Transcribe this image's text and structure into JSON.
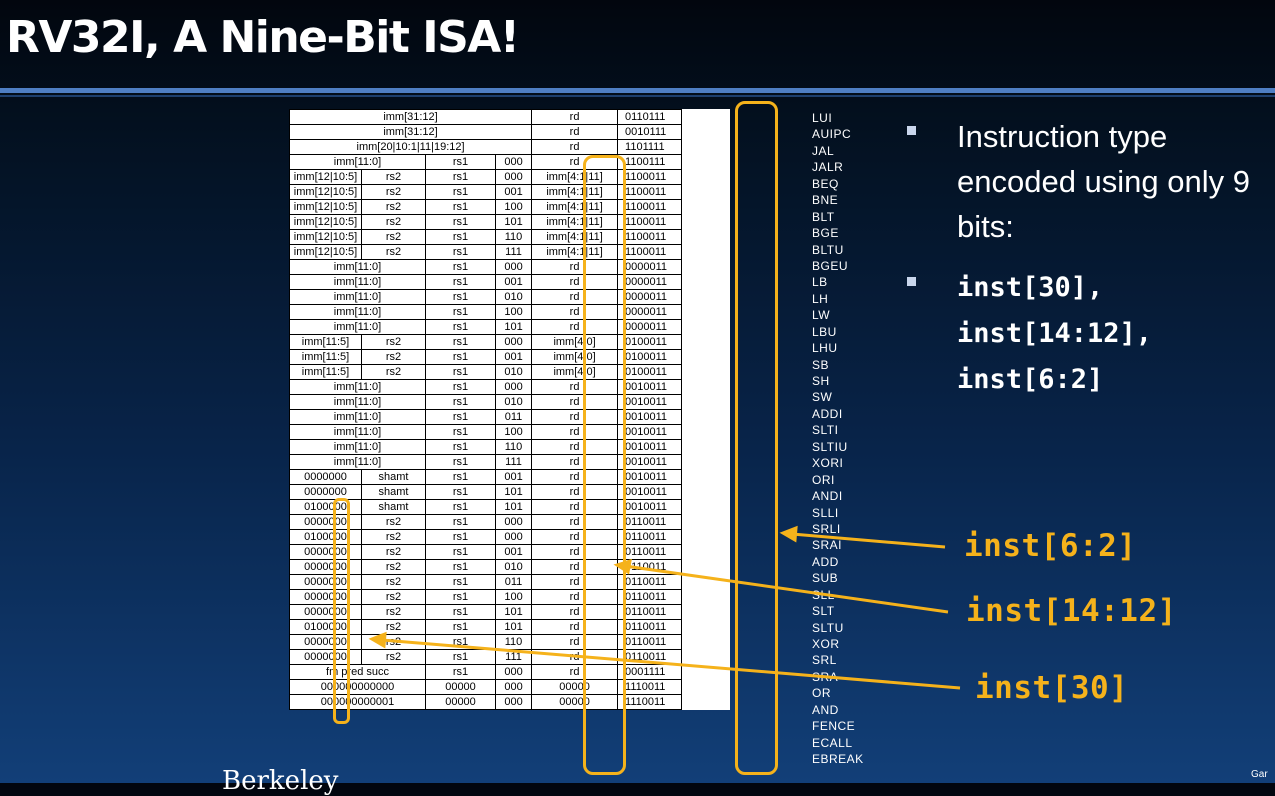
{
  "title": "RV32I, A Nine-Bit ISA!",
  "bullets": [
    {
      "text": "Instruction type encoded using only 9 bits:"
    },
    {
      "lines": [
        "inst[30],",
        "inst[14:12],",
        "inst[6:2]"
      ]
    }
  ],
  "callouts": {
    "opcode": "inst[6:2]",
    "funct3": "inst[14:12]",
    "bit30": "inst[30]"
  },
  "footer": {
    "logo_text": "Berkeley",
    "corner_text": "Gar"
  },
  "accent_color": "#f5b21b",
  "table_rows": [
    {
      "cells": [
        {
          "t": "imm[31:12]",
          "s": 4
        },
        {
          "t": "rd"
        },
        {
          "t": "0110111"
        }
      ],
      "m": "LUI"
    },
    {
      "cells": [
        {
          "t": "imm[31:12]",
          "s": 4
        },
        {
          "t": "rd"
        },
        {
          "t": "0010111"
        }
      ],
      "m": "AUIPC"
    },
    {
      "cells": [
        {
          "t": "imm[20|10:1|11|19:12]",
          "s": 4
        },
        {
          "t": "rd"
        },
        {
          "t": "1101111"
        }
      ],
      "m": "JAL"
    },
    {
      "cells": [
        {
          "t": "imm[11:0]",
          "s": 2
        },
        {
          "t": "rs1"
        },
        {
          "t": "000"
        },
        {
          "t": "rd"
        },
        {
          "t": "1100111"
        }
      ],
      "m": "JALR"
    },
    {
      "cells": [
        {
          "t": "imm[12|10:5]"
        },
        {
          "t": "rs2"
        },
        {
          "t": "rs1"
        },
        {
          "t": "000"
        },
        {
          "t": "imm[4:1|11]"
        },
        {
          "t": "1100011"
        }
      ],
      "m": "BEQ"
    },
    {
      "cells": [
        {
          "t": "imm[12|10:5]"
        },
        {
          "t": "rs2"
        },
        {
          "t": "rs1"
        },
        {
          "t": "001"
        },
        {
          "t": "imm[4:1|11]"
        },
        {
          "t": "1100011"
        }
      ],
      "m": "BNE"
    },
    {
      "cells": [
        {
          "t": "imm[12|10:5]"
        },
        {
          "t": "rs2"
        },
        {
          "t": "rs1"
        },
        {
          "t": "100"
        },
        {
          "t": "imm[4:1|11]"
        },
        {
          "t": "1100011"
        }
      ],
      "m": "BLT"
    },
    {
      "cells": [
        {
          "t": "imm[12|10:5]"
        },
        {
          "t": "rs2"
        },
        {
          "t": "rs1"
        },
        {
          "t": "101"
        },
        {
          "t": "imm[4:1|11]"
        },
        {
          "t": "1100011"
        }
      ],
      "m": "BGE"
    },
    {
      "cells": [
        {
          "t": "imm[12|10:5]"
        },
        {
          "t": "rs2"
        },
        {
          "t": "rs1"
        },
        {
          "t": "110"
        },
        {
          "t": "imm[4:1|11]"
        },
        {
          "t": "1100011"
        }
      ],
      "m": "BLTU"
    },
    {
      "cells": [
        {
          "t": "imm[12|10:5]"
        },
        {
          "t": "rs2"
        },
        {
          "t": "rs1"
        },
        {
          "t": "111"
        },
        {
          "t": "imm[4:1|11]"
        },
        {
          "t": "1100011"
        }
      ],
      "m": "BGEU"
    },
    {
      "cells": [
        {
          "t": "imm[11:0]",
          "s": 2
        },
        {
          "t": "rs1"
        },
        {
          "t": "000"
        },
        {
          "t": "rd"
        },
        {
          "t": "0000011"
        }
      ],
      "m": "LB"
    },
    {
      "cells": [
        {
          "t": "imm[11:0]",
          "s": 2
        },
        {
          "t": "rs1"
        },
        {
          "t": "001"
        },
        {
          "t": "rd"
        },
        {
          "t": "0000011"
        }
      ],
      "m": "LH"
    },
    {
      "cells": [
        {
          "t": "imm[11:0]",
          "s": 2
        },
        {
          "t": "rs1"
        },
        {
          "t": "010"
        },
        {
          "t": "rd"
        },
        {
          "t": "0000011"
        }
      ],
      "m": "LW"
    },
    {
      "cells": [
        {
          "t": "imm[11:0]",
          "s": 2
        },
        {
          "t": "rs1"
        },
        {
          "t": "100"
        },
        {
          "t": "rd"
        },
        {
          "t": "0000011"
        }
      ],
      "m": "LBU"
    },
    {
      "cells": [
        {
          "t": "imm[11:0]",
          "s": 2
        },
        {
          "t": "rs1"
        },
        {
          "t": "101"
        },
        {
          "t": "rd"
        },
        {
          "t": "0000011"
        }
      ],
      "m": "LHU"
    },
    {
      "cells": [
        {
          "t": "imm[11:5]"
        },
        {
          "t": "rs2"
        },
        {
          "t": "rs1"
        },
        {
          "t": "000"
        },
        {
          "t": "imm[4:0]"
        },
        {
          "t": "0100011"
        }
      ],
      "m": "SB"
    },
    {
      "cells": [
        {
          "t": "imm[11:5]"
        },
        {
          "t": "rs2"
        },
        {
          "t": "rs1"
        },
        {
          "t": "001"
        },
        {
          "t": "imm[4:0]"
        },
        {
          "t": "0100011"
        }
      ],
      "m": "SH"
    },
    {
      "cells": [
        {
          "t": "imm[11:5]"
        },
        {
          "t": "rs2"
        },
        {
          "t": "rs1"
        },
        {
          "t": "010"
        },
        {
          "t": "imm[4:0]"
        },
        {
          "t": "0100011"
        }
      ],
      "m": "SW"
    },
    {
      "cells": [
        {
          "t": "imm[11:0]",
          "s": 2
        },
        {
          "t": "rs1"
        },
        {
          "t": "000"
        },
        {
          "t": "rd"
        },
        {
          "t": "0010011"
        }
      ],
      "m": "ADDI"
    },
    {
      "cells": [
        {
          "t": "imm[11:0]",
          "s": 2
        },
        {
          "t": "rs1"
        },
        {
          "t": "010"
        },
        {
          "t": "rd"
        },
        {
          "t": "0010011"
        }
      ],
      "m": "SLTI"
    },
    {
      "cells": [
        {
          "t": "imm[11:0]",
          "s": 2
        },
        {
          "t": "rs1"
        },
        {
          "t": "011"
        },
        {
          "t": "rd"
        },
        {
          "t": "0010011"
        }
      ],
      "m": "SLTIU"
    },
    {
      "cells": [
        {
          "t": "imm[11:0]",
          "s": 2
        },
        {
          "t": "rs1"
        },
        {
          "t": "100"
        },
        {
          "t": "rd"
        },
        {
          "t": "0010011"
        }
      ],
      "m": "XORI"
    },
    {
      "cells": [
        {
          "t": "imm[11:0]",
          "s": 2
        },
        {
          "t": "rs1"
        },
        {
          "t": "110"
        },
        {
          "t": "rd"
        },
        {
          "t": "0010011"
        }
      ],
      "m": "ORI"
    },
    {
      "cells": [
        {
          "t": "imm[11:0]",
          "s": 2
        },
        {
          "t": "rs1"
        },
        {
          "t": "111"
        },
        {
          "t": "rd"
        },
        {
          "t": "0010011"
        }
      ],
      "m": "ANDI"
    },
    {
      "cells": [
        {
          "t": "0000000"
        },
        {
          "t": "shamt"
        },
        {
          "t": "rs1"
        },
        {
          "t": "001"
        },
        {
          "t": "rd"
        },
        {
          "t": "0010011"
        }
      ],
      "m": "SLLI"
    },
    {
      "cells": [
        {
          "t": "0000000"
        },
        {
          "t": "shamt"
        },
        {
          "t": "rs1"
        },
        {
          "t": "101"
        },
        {
          "t": "rd"
        },
        {
          "t": "0010011"
        }
      ],
      "m": "SRLI"
    },
    {
      "cells": [
        {
          "t": "0100000"
        },
        {
          "t": "shamt"
        },
        {
          "t": "rs1"
        },
        {
          "t": "101"
        },
        {
          "t": "rd"
        },
        {
          "t": "0010011"
        }
      ],
      "m": "SRAI"
    },
    {
      "cells": [
        {
          "t": "0000000"
        },
        {
          "t": "rs2"
        },
        {
          "t": "rs1"
        },
        {
          "t": "000"
        },
        {
          "t": "rd"
        },
        {
          "t": "0110011"
        }
      ],
      "m": "ADD"
    },
    {
      "cells": [
        {
          "t": "0100000"
        },
        {
          "t": "rs2"
        },
        {
          "t": "rs1"
        },
        {
          "t": "000"
        },
        {
          "t": "rd"
        },
        {
          "t": "0110011"
        }
      ],
      "m": "SUB"
    },
    {
      "cells": [
        {
          "t": "0000000"
        },
        {
          "t": "rs2"
        },
        {
          "t": "rs1"
        },
        {
          "t": "001"
        },
        {
          "t": "rd"
        },
        {
          "t": "0110011"
        }
      ],
      "m": "SLL"
    },
    {
      "cells": [
        {
          "t": "0000000"
        },
        {
          "t": "rs2"
        },
        {
          "t": "rs1"
        },
        {
          "t": "010"
        },
        {
          "t": "rd"
        },
        {
          "t": "0110011"
        }
      ],
      "m": "SLT"
    },
    {
      "cells": [
        {
          "t": "0000000"
        },
        {
          "t": "rs2"
        },
        {
          "t": "rs1"
        },
        {
          "t": "011"
        },
        {
          "t": "rd"
        },
        {
          "t": "0110011"
        }
      ],
      "m": "SLTU"
    },
    {
      "cells": [
        {
          "t": "0000000"
        },
        {
          "t": "rs2"
        },
        {
          "t": "rs1"
        },
        {
          "t": "100"
        },
        {
          "t": "rd"
        },
        {
          "t": "0110011"
        }
      ],
      "m": "XOR"
    },
    {
      "cells": [
        {
          "t": "0000000"
        },
        {
          "t": "rs2"
        },
        {
          "t": "rs1"
        },
        {
          "t": "101"
        },
        {
          "t": "rd"
        },
        {
          "t": "0110011"
        }
      ],
      "m": "SRL"
    },
    {
      "cells": [
        {
          "t": "0100000"
        },
        {
          "t": "rs2"
        },
        {
          "t": "rs1"
        },
        {
          "t": "101"
        },
        {
          "t": "rd"
        },
        {
          "t": "0110011"
        }
      ],
      "m": "SRA"
    },
    {
      "cells": [
        {
          "t": "0000000"
        },
        {
          "t": "rs2"
        },
        {
          "t": "rs1"
        },
        {
          "t": "110"
        },
        {
          "t": "rd"
        },
        {
          "t": "0110011"
        }
      ],
      "m": "OR"
    },
    {
      "cells": [
        {
          "t": "0000000"
        },
        {
          "t": "rs2"
        },
        {
          "t": "rs1"
        },
        {
          "t": "111"
        },
        {
          "t": "rd"
        },
        {
          "t": "0110011"
        }
      ],
      "m": "AND"
    },
    {
      "cells": [
        {
          "t": "fm pred succ",
          "s": 2
        },
        {
          "t": "rs1"
        },
        {
          "t": "000"
        },
        {
          "t": "rd"
        },
        {
          "t": "0001111"
        }
      ],
      "m": "FENCE"
    },
    {
      "cells": [
        {
          "t": "000000000000",
          "s": 2
        },
        {
          "t": "00000"
        },
        {
          "t": "000"
        },
        {
          "t": "00000"
        },
        {
          "t": "1110011"
        }
      ],
      "m": "ECALL"
    },
    {
      "cells": [
        {
          "t": "000000000001",
          "s": 2
        },
        {
          "t": "00000"
        },
        {
          "t": "000"
        },
        {
          "t": "00000"
        },
        {
          "t": "1110011"
        }
      ],
      "m": "EBREAK"
    }
  ]
}
